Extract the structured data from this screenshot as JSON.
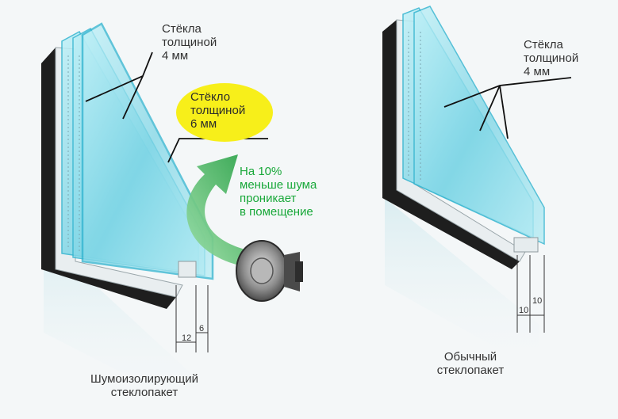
{
  "left_window": {
    "glass_label_lines": [
      "Стёкла",
      "толщиной",
      "4 мм"
    ],
    "thick_glass_label_lines": [
      "Стёкло",
      "толщиной",
      "6 мм"
    ],
    "noise_note_lines": [
      "На 10%",
      "меньше шума",
      "проникает",
      "в помещение"
    ],
    "gap_dimensions": [
      "12",
      "6"
    ],
    "caption_lines": [
      "Шумоизолирующий",
      "стеклопакет"
    ]
  },
  "right_window": {
    "glass_label_lines": [
      "Стёкла",
      "толщиной",
      "4 мм"
    ],
    "gap_dimensions": [
      "10",
      "10"
    ],
    "caption_lines": [
      "Обычный",
      "стеклопакет"
    ]
  },
  "colors": {
    "glass": "#7fd6e6",
    "glass_edge": "#2fb3cf",
    "frame": "#1e1e1e",
    "bubble": "#f7ef1a",
    "noise_text": "#19a83a",
    "arrow": "#2ea84a"
  },
  "icons": {
    "speaker": "speaker-icon",
    "arrow": "curved-arrow-icon"
  }
}
